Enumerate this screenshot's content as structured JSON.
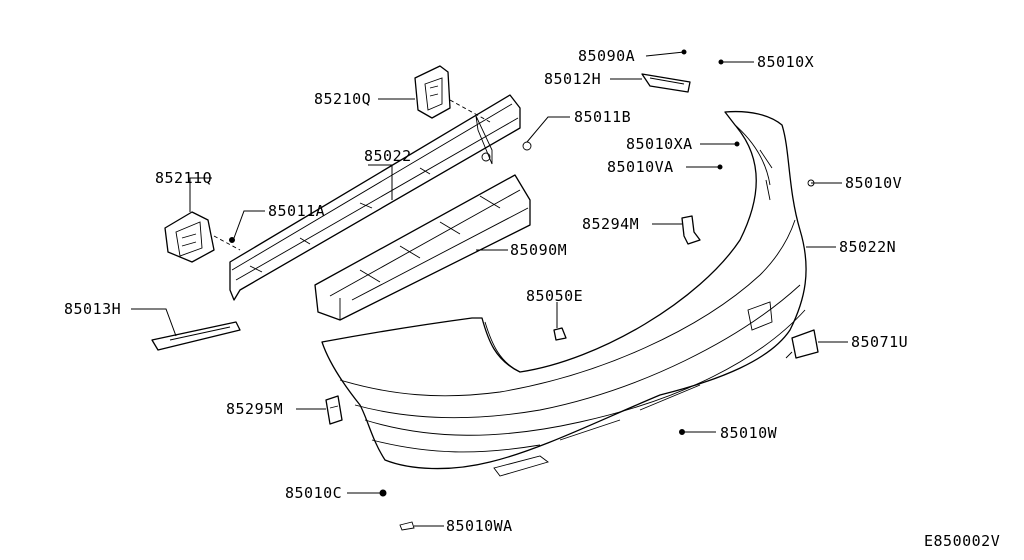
{
  "diagram_code": "E850002V",
  "labels": {
    "p85090A": "85090A",
    "p85010X": "85010X",
    "p85012H": "85012H",
    "p85210Q": "85210Q",
    "p85011B": "85011B",
    "p85010XA": "85010XA",
    "p85022": "85022",
    "p85010VA": "85010VA",
    "p85211Q": "85211Q",
    "p85010V": "85010V",
    "p85011A": "85011A",
    "p85294M": "85294M",
    "p85090M": "85090M",
    "p85022N": "85022N",
    "p85050E": "85050E",
    "p85013H": "85013H",
    "p85071U": "85071U",
    "p85295M": "85295M",
    "p85010W": "85010W",
    "p85010C": "85010C",
    "p85010WA": "85010WA"
  }
}
